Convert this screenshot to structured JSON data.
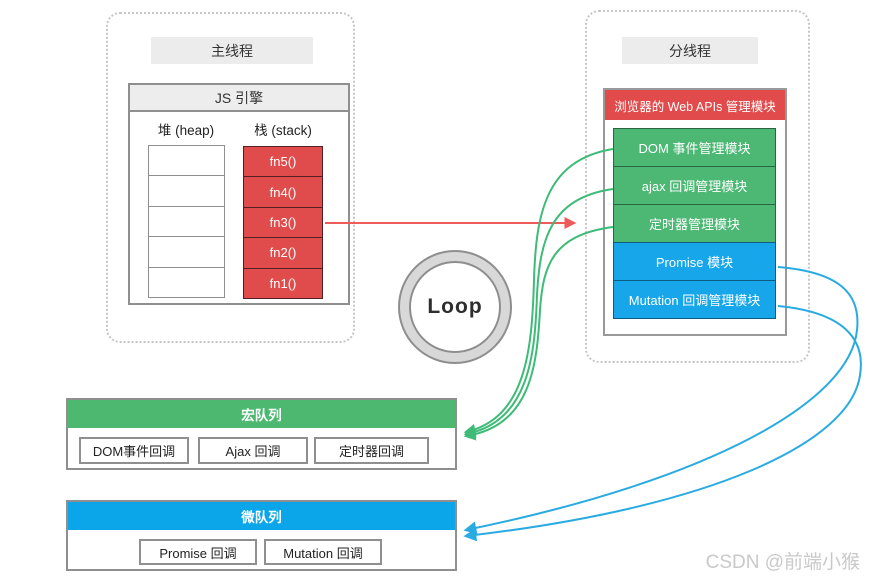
{
  "main_thread": {
    "label": "主线程",
    "js_engine": {
      "title": "JS 引擎",
      "heap_label": "堆 (heap)",
      "stack_label": "栈 (stack)",
      "heap_rows": 5,
      "stack_frames": [
        "fn5()",
        "fn4()",
        "fn3()",
        "fn2()",
        "fn1()"
      ]
    }
  },
  "loop": {
    "label": "Loop"
  },
  "sub_thread": {
    "label": "分线程",
    "web_apis": {
      "title": "浏览器的 Web APIs 管理模块",
      "modules": [
        {
          "label": "DOM 事件管理模块",
          "queue": "macro"
        },
        {
          "label": "ajax 回调管理模块",
          "queue": "macro"
        },
        {
          "label": "定时器管理模块",
          "queue": "macro"
        },
        {
          "label": "Promise 模块",
          "queue": "micro"
        },
        {
          "label": "Mutation 回调管理模块",
          "queue": "micro"
        }
      ]
    }
  },
  "macro_queue": {
    "title": "宏队列",
    "items": [
      "DOM事件回调",
      "Ajax 回调",
      "定时器回调"
    ]
  },
  "micro_queue": {
    "title": "微队列",
    "items": [
      "Promise 回调",
      "Mutation 回调"
    ]
  },
  "arrows": [
    {
      "from": "fn3()",
      "to": "定时器管理模块",
      "color": "#ef5a5a"
    },
    {
      "from": "DOM 事件管理模块",
      "to": "宏队列",
      "color": "#3dbb77"
    },
    {
      "from": "ajax 回调管理模块",
      "to": "宏队列",
      "color": "#3dbb77"
    },
    {
      "from": "定时器管理模块",
      "to": "宏队列",
      "color": "#3dbb77"
    },
    {
      "from": "Promise 模块",
      "to": "微队列",
      "color": "#29abe2"
    },
    {
      "from": "Mutation 回调管理模块",
      "to": "微队列",
      "color": "#29abe2"
    }
  ],
  "colors": {
    "red": "#e04b4b",
    "green": "#4cb874",
    "blue": "#17a6e9",
    "chip_gray": "#ececec"
  },
  "watermark": "CSDN @前端小猴"
}
